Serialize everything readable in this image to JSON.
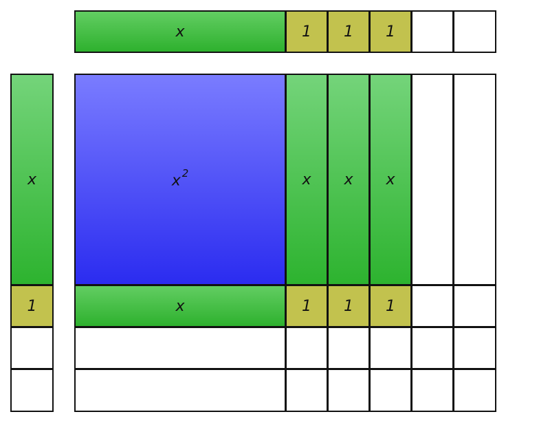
{
  "labels": {
    "x": "x",
    "one": "1",
    "x_squared_base": "x",
    "x_squared_exp": "2"
  },
  "tiles": {
    "top_row": [
      "x",
      "1",
      "1",
      "1",
      "",
      ""
    ],
    "left_column": [
      "x",
      "1",
      "",
      ""
    ],
    "grid_center": "x2",
    "grid_right_columns": [
      "x",
      "x",
      "x",
      "",
      ""
    ],
    "grid_second_row": [
      "x",
      "1",
      "1",
      "1",
      "",
      ""
    ]
  },
  "colors": {
    "x_squared": "#4a4cff",
    "x_tile": "#3cbf3e",
    "unit_tile": "#c2c24e",
    "empty_tile": "#ffffff",
    "border": "#111111"
  }
}
